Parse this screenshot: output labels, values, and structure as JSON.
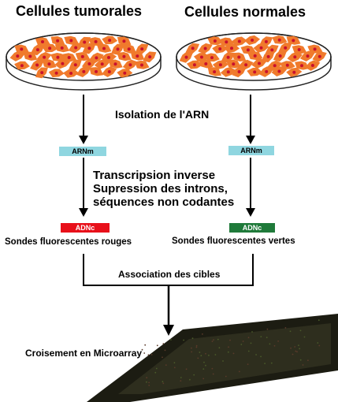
{
  "left_title": "Cellules tumorales",
  "right_title": "Cellules normales",
  "step_isolation": "Isolation de l'ARN",
  "left_mrna": "ARNm",
  "right_mrna": "ARNm",
  "step_transcription": [
    "Transcripsion inverse",
    "Supression des introns,",
    "séquences non codantes"
  ],
  "left_cdna": "ADNc",
  "right_cdna": "ADNc",
  "left_probe": "Sondes fluorescentes rouges",
  "right_probe": "Sondes fluorescentes vertes",
  "step_association": "Association des cibles",
  "step_hybridization": "Croisement en Microarray",
  "colors": {
    "cell": "#f07a2c",
    "nucleus": "#c8102e",
    "mrna_box": "#8fd6e0",
    "cdna_red": "#e8101a",
    "cdna_green": "#1f7a3a",
    "array": "#2a2a1c"
  }
}
